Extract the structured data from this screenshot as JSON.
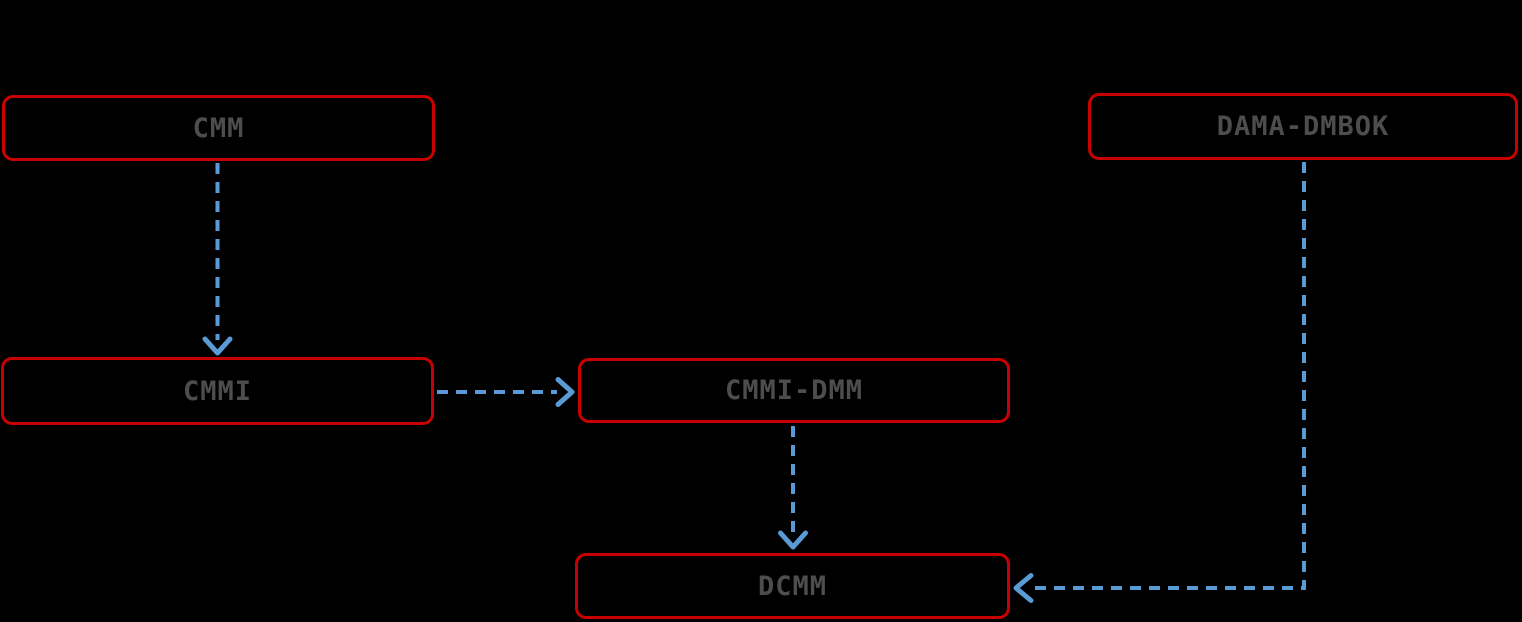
{
  "diagram": {
    "title": "maturity-model-evolution-diagram",
    "nodes": [
      {
        "id": "cmm",
        "label": "CMM"
      },
      {
        "id": "dama-dmbok",
        "label": "DAMA-DMBOK"
      },
      {
        "id": "cmmi",
        "label": "CMMI"
      },
      {
        "id": "cmmi-dmm",
        "label": "CMMI-DMM"
      },
      {
        "id": "dcmm",
        "label": "DCMM"
      }
    ],
    "edges": [
      {
        "from": "cmm",
        "to": "cmmi",
        "style": "dashed",
        "direction": "down"
      },
      {
        "from": "cmmi",
        "to": "cmmi-dmm",
        "style": "dashed",
        "direction": "right"
      },
      {
        "from": "cmmi-dmm",
        "to": "dcmm",
        "style": "dashed",
        "direction": "down"
      },
      {
        "from": "dama-dmbok",
        "to": "dcmm",
        "style": "dashed",
        "direction": "down-then-left"
      }
    ],
    "colors": {
      "background": "#000000",
      "node_border": "#c80000",
      "node_text": "#4d4d4d",
      "arrow": "#5b9bd5"
    }
  }
}
